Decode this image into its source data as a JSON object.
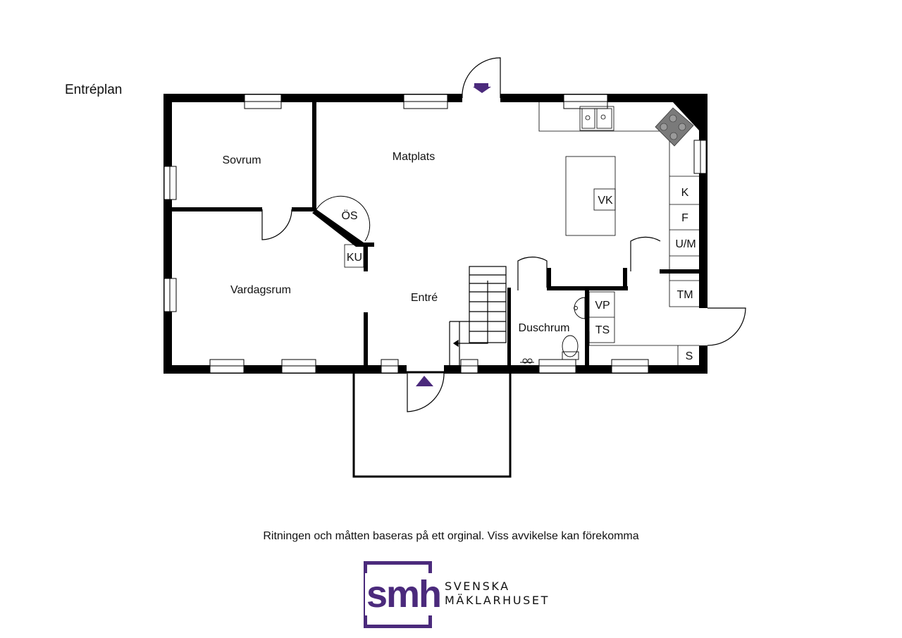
{
  "title": "Entréplan",
  "rooms": {
    "sovrum": "Sovrum",
    "matplats": "Matplats",
    "vardagsrum": "Vardagsrum",
    "entre": "Entré",
    "duschrum": "Duschrum"
  },
  "fixtures": {
    "os": "ÖS",
    "ku": "KU",
    "vk": "VK",
    "k": "K",
    "f": "F",
    "um": "U/M",
    "tm": "TM",
    "vp": "VP",
    "ts": "TS",
    "s": "S"
  },
  "disclaimer": "Ritningen och måtten baseras på ett orginal. Viss avvikelse kan förekomma",
  "logo": {
    "mark": "smh",
    "line1": "SVENSKA",
    "line2": "MÄKLARHUSET"
  },
  "colors": {
    "wall": "#000000",
    "accent": "#4b2a7c",
    "stove": "#7a7a7a"
  }
}
